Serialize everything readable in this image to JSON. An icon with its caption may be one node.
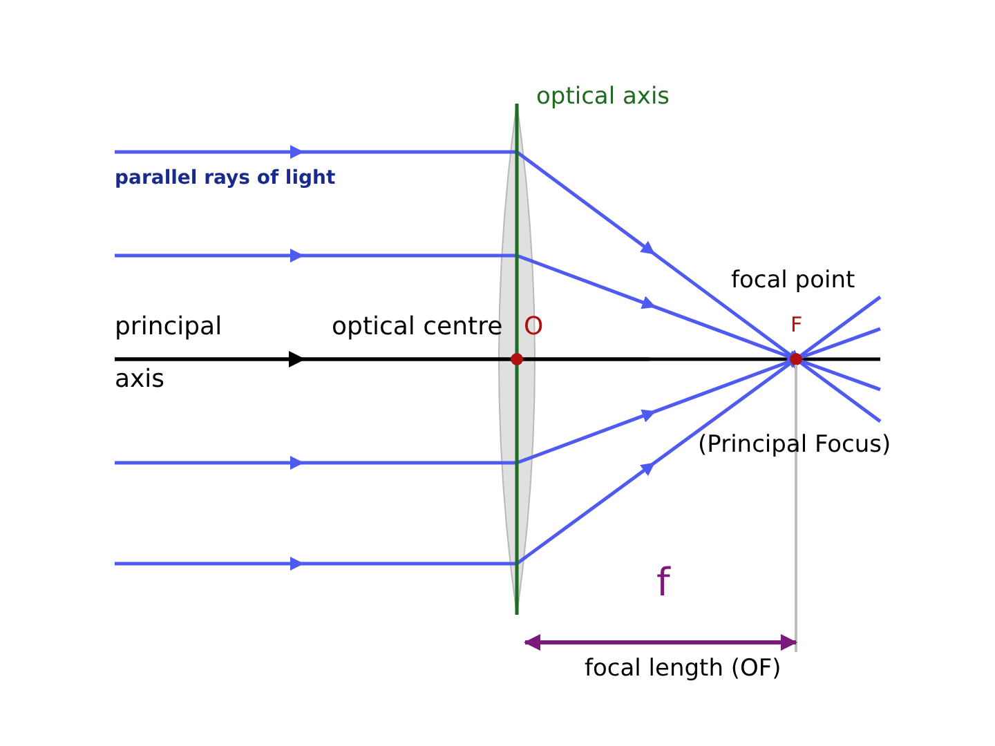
{
  "diagram": {
    "labels": [
      "optical axis",
      "parallel rays of light",
      "focal point",
      "principal",
      "optical centre",
      "O",
      "F",
      "axis",
      "(Principal Focus)",
      "f",
      "focal length (OF)"
    ]
  }
}
